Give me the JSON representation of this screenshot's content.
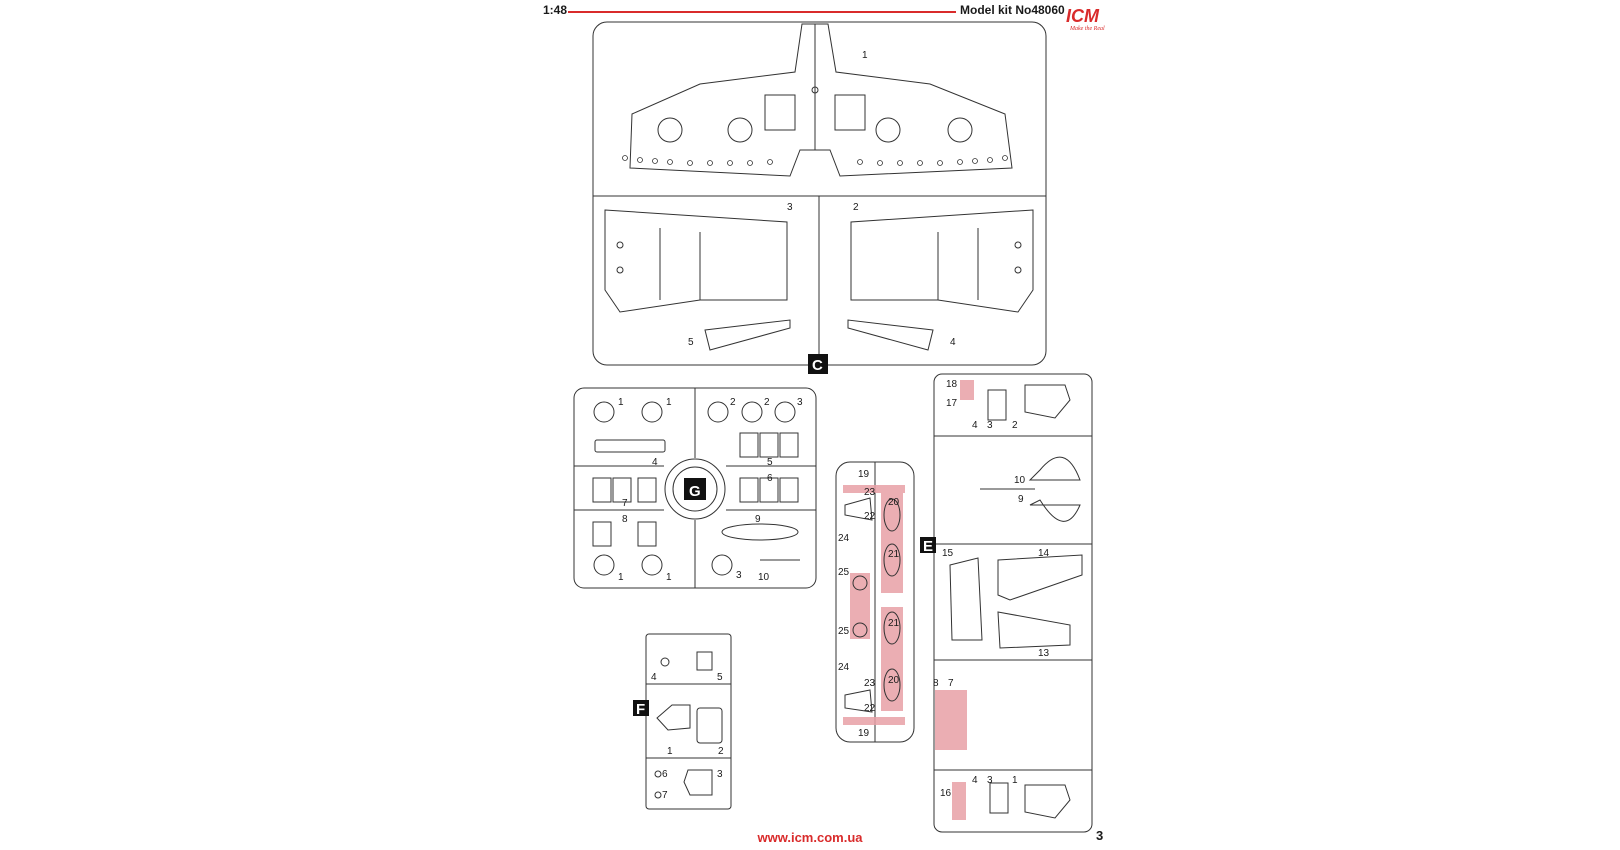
{
  "header": {
    "scale": "1:48",
    "kit": "Model kit No48060",
    "logo_text": "ICM",
    "logo_subtext": "Make the Real",
    "logo_color": "#d92b2b"
  },
  "footer": {
    "url": "www.icm.com.ua",
    "page": "3"
  },
  "highlight_color": "#e8a0a6",
  "sprues": {
    "C": {
      "letter": "C",
      "parts": [
        {
          "n": "1"
        },
        {
          "n": "3"
        },
        {
          "n": "2"
        },
        {
          "n": "5"
        },
        {
          "n": "4"
        }
      ]
    },
    "G": {
      "letter": "G",
      "parts": [
        {
          "n": "1"
        },
        {
          "n": "1"
        },
        {
          "n": "2"
        },
        {
          "n": "2"
        },
        {
          "n": "3"
        },
        {
          "n": "4"
        },
        {
          "n": "5"
        },
        {
          "n": "6"
        },
        {
          "n": "7"
        },
        {
          "n": "8"
        },
        {
          "n": "9"
        },
        {
          "n": "1"
        },
        {
          "n": "1"
        },
        {
          "n": "3"
        },
        {
          "n": "10"
        }
      ]
    },
    "F": {
      "letter": "F",
      "parts": [
        {
          "n": "4"
        },
        {
          "n": "5"
        },
        {
          "n": "1"
        },
        {
          "n": "2"
        },
        {
          "n": "6"
        },
        {
          "n": "7"
        },
        {
          "n": "3"
        }
      ]
    },
    "mid": {
      "parts": [
        {
          "n": "19"
        },
        {
          "n": "23"
        },
        {
          "n": "22"
        },
        {
          "n": "20"
        },
        {
          "n": "24"
        },
        {
          "n": "21"
        },
        {
          "n": "25"
        },
        {
          "n": "25"
        },
        {
          "n": "21"
        },
        {
          "n": "24"
        },
        {
          "n": "23"
        },
        {
          "n": "20"
        },
        {
          "n": "22"
        },
        {
          "n": "19"
        }
      ]
    },
    "E": {
      "letter": "E",
      "parts": [
        {
          "n": "18"
        },
        {
          "n": "17"
        },
        {
          "n": "4"
        },
        {
          "n": "3"
        },
        {
          "n": "2"
        },
        {
          "n": "10"
        },
        {
          "n": "9"
        },
        {
          "n": "15"
        },
        {
          "n": "14"
        },
        {
          "n": "13"
        },
        {
          "n": "8"
        },
        {
          "n": "7"
        },
        {
          "n": "4"
        },
        {
          "n": "3"
        },
        {
          "n": "1"
        },
        {
          "n": "16"
        }
      ]
    }
  }
}
